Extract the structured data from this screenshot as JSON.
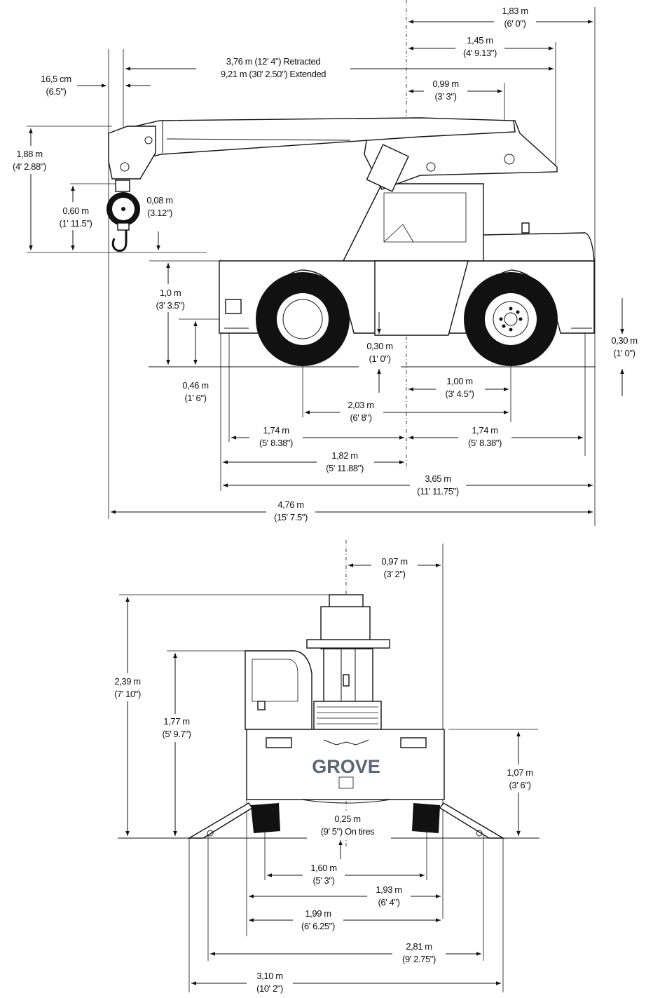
{
  "side_view": {
    "dims": {
      "tail_to_rear_pin": {
        "metric": "1,83 m",
        "imperial": "(6' 0\")"
      },
      "tail_to_axle": {
        "metric": "1,45 m",
        "imperial": "(4' 9.13\")"
      },
      "boom_length": {
        "metric": "3,76 m (12' 4\") Retracted",
        "imperial": "9,21 m (30' 2.50\") Extended"
      },
      "pivot_to_tail": {
        "metric": "0,99 m",
        "imperial": "(3' 3\")"
      },
      "hook_offset": {
        "metric": "16,5 cm",
        "imperial": "(6.5\")"
      },
      "boom_height": {
        "metric": "1,88 m",
        "imperial": "(4' 2.88\")"
      },
      "hook_block": {
        "metric": "0,60 m",
        "imperial": "(1' 11.5\")"
      },
      "hook_clear": {
        "metric": "0,08 m",
        "imperial": "(3.12\")"
      },
      "front_height": {
        "metric": "1,0 m",
        "imperial": "(3' 3.5\")"
      },
      "axle_height": {
        "metric": "0,46 m",
        "imperial": "(1' 6\")"
      },
      "ground_clear_mid": {
        "metric": "0,30 m",
        "imperial": "(1' 0\")"
      },
      "ground_clear_rear": {
        "metric": "0,30 m",
        "imperial": "(1' 0\")"
      },
      "center_to_rear_axle": {
        "metric": "1,00 m",
        "imperial": "(3' 4.5\")"
      },
      "wheelbase": {
        "metric": "2,03 m",
        "imperial": "(6' 8\")"
      },
      "front_to_center": {
        "metric": "1,74 m",
        "imperial": "(5' 8.38\")"
      },
      "center_to_rear": {
        "metric": "1,74 m",
        "imperial": "(5' 8.38\")"
      },
      "front_end_to_center": {
        "metric": "1,82 m",
        "imperial": "(5' 11.88\")"
      },
      "chassis_length": {
        "metric": "3,65 m",
        "imperial": "(11' 11.75\")"
      },
      "overall_length": {
        "metric": "4,76 m",
        "imperial": "(15' 7.5\")"
      }
    }
  },
  "front_view": {
    "logo": "GROVE",
    "dims": {
      "center_to_side": {
        "metric": "0,97 m",
        "imperial": "(3' 2\")"
      },
      "overall_height": {
        "metric": "2,39 m",
        "imperial": "(7' 10\")"
      },
      "cab_height": {
        "metric": "1,77 m",
        "imperial": "(5' 9.7\")"
      },
      "deck_height": {
        "metric": "1,07 m",
        "imperial": "(3' 6\")"
      },
      "ground_clear": {
        "metric": "0,25 m",
        "imperial": "(9' 5\") On tires"
      },
      "track": {
        "metric": "1,60 m",
        "imperial": "(5' 3\")"
      },
      "width_tires": {
        "metric": "1,93 m",
        "imperial": "(6' 4\")"
      },
      "width_body": {
        "metric": "1,99 m",
        "imperial": "(6' 6.25\")"
      },
      "outrigger_inner": {
        "metric": "2,81 m",
        "imperial": "(9' 2.75\")"
      },
      "outrigger_outer": {
        "metric": "3,10 m",
        "imperial": "(10' 2\")"
      }
    }
  }
}
